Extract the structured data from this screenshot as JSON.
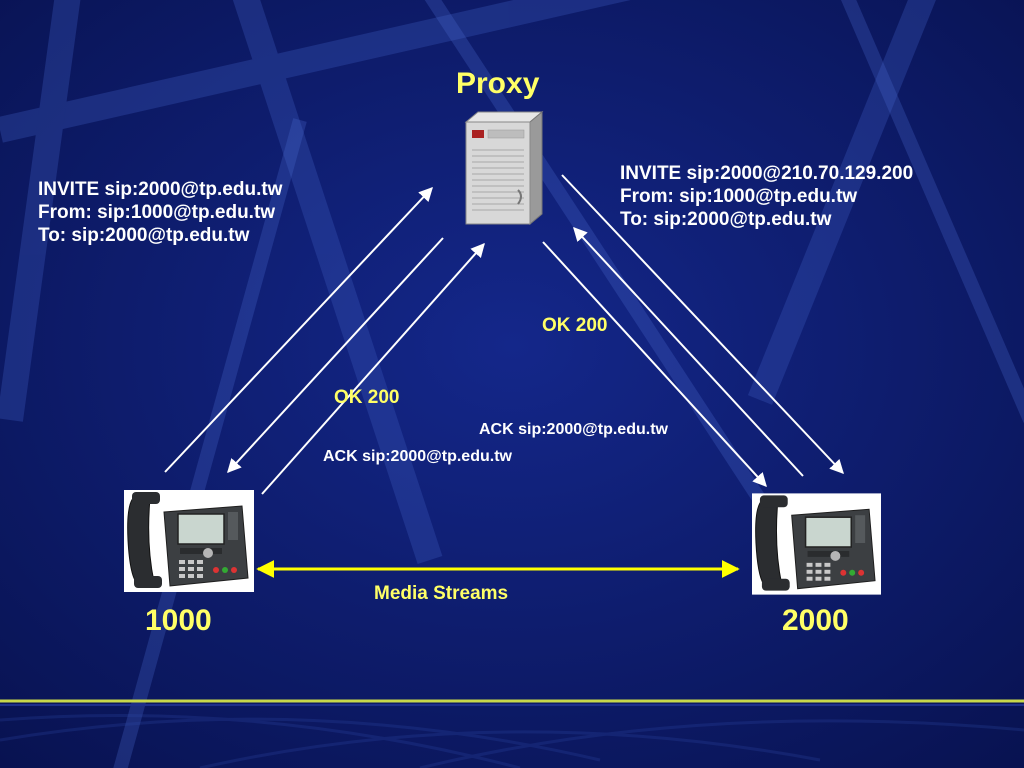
{
  "diagram": {
    "proxy_label": "Proxy",
    "invite_left": [
      "INVITE sip:2000@tp.edu.tw",
      "From: sip:1000@tp.edu.tw",
      "To: sip:2000@tp.edu.tw"
    ],
    "invite_right": [
      "INVITE sip:2000@210.70.129.200",
      "From: sip:1000@tp.edu.tw",
      "To: sip:2000@tp.edu.tw"
    ],
    "ok_left": "OK 200",
    "ok_right": "OK 200",
    "ack_right": "ACK sip:2000@tp.edu.tw",
    "ack_left": "ACK sip:2000@tp.edu.tw",
    "media_streams": "Media Streams",
    "phone_left_number": "1000",
    "phone_right_number": "2000"
  },
  "colors": {
    "background": "#0a1660",
    "text_primary": "#ffffff",
    "text_accent": "#ffff66",
    "media_line": "#ffff00",
    "footer_line": "#c8d84a"
  },
  "icons": {
    "proxy": "server-icon",
    "phones": "ip-phone-icon"
  }
}
